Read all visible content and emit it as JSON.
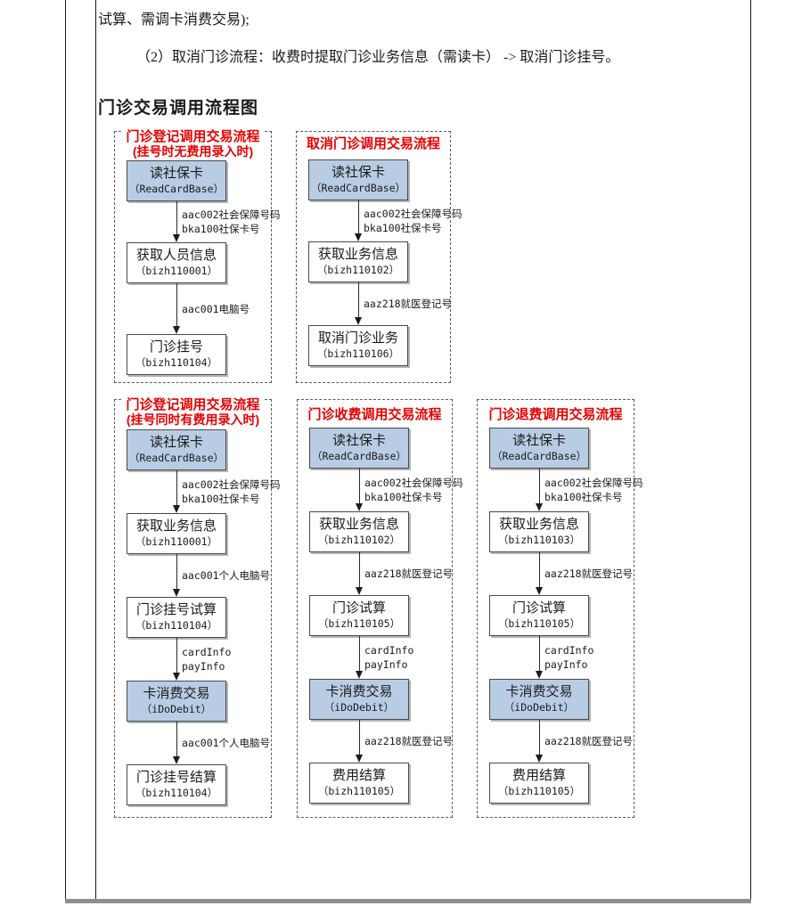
{
  "document": {
    "para_continuation": "试算、需调卡消费交易);",
    "para_item2": "（2）取消门诊流程：收费时提取门诊业务信息（需读卡） -> 取消门诊挂号。",
    "section_heading": "门诊交易调用流程图"
  },
  "colors": {
    "flow_title_red": "#e60000",
    "node_highlight_blue": "#b8cce4"
  },
  "flowcharts": [
    {
      "title": "门诊登记调用交易流程",
      "subtitle": "(挂号时无费用录入时)",
      "nodes": [
        {
          "label": "读社保卡",
          "code": "（ReadCardBase）",
          "highlight": true
        },
        {
          "label": "获取人员信息",
          "code": "（bizh110001）",
          "highlight": false
        },
        {
          "label": "门诊挂号",
          "code": "（bizh110104）",
          "highlight": false
        }
      ],
      "arrows": [
        {
          "line1": "aac002社会保障号码",
          "line2": "bka100社保卡号"
        },
        {
          "line1": "aac001电脑号"
        }
      ]
    },
    {
      "title": "取消门诊调用交易流程",
      "nodes": [
        {
          "label": "读社保卡",
          "code": "（ReadCardBase）",
          "highlight": true
        },
        {
          "label": "获取业务信息",
          "code": "（bizh110102）",
          "highlight": false
        },
        {
          "label": "取消门诊业务",
          "code": "（bizh110106）",
          "highlight": false
        }
      ],
      "arrows": [
        {
          "line1": "aac002社会保障号码",
          "line2": "bka100社保卡号"
        },
        {
          "line1": "aaz218就医登记号"
        }
      ]
    },
    {
      "title": "门诊登记调用交易流程",
      "subtitle": "(挂号同时有费用录入时)",
      "nodes": [
        {
          "label": "读社保卡",
          "code": "（ReadCardBase）",
          "highlight": true
        },
        {
          "label": "获取业务信息",
          "code": "（bizh110001）",
          "highlight": false
        },
        {
          "label": "门诊挂号试算",
          "code": "（bizh110104）",
          "highlight": false
        },
        {
          "label": "卡消费交易",
          "code": "（iDoDebit）",
          "highlight": true
        },
        {
          "label": "门诊挂号结算",
          "code": "（bizh110104）",
          "highlight": false
        }
      ],
      "arrows": [
        {
          "line1": "aac002社会保障号码",
          "line2": "bka100社保卡号"
        },
        {
          "line1": "aac001个人电脑号"
        },
        {
          "line1": "cardInfo",
          "line2": "payInfo"
        },
        {
          "line1": "aac001个人电脑号"
        }
      ]
    },
    {
      "title": "门诊收费调用交易流程",
      "nodes": [
        {
          "label": "读社保卡",
          "code": "（ReadCardBase）",
          "highlight": true
        },
        {
          "label": "获取业务信息",
          "code": "（bizh110102）",
          "highlight": false
        },
        {
          "label": "门诊试算",
          "code": "（bizh110105）",
          "highlight": false
        },
        {
          "label": "卡消费交易",
          "code": "（iDoDebit）",
          "highlight": true
        },
        {
          "label": "费用结算",
          "code": "（bizh110105）",
          "highlight": false
        }
      ],
      "arrows": [
        {
          "line1": "aac002社会保障号码",
          "line2": "bka100社保卡号"
        },
        {
          "line1": "aaz218就医登记号"
        },
        {
          "line1": "cardInfo",
          "line2": "payInfo"
        },
        {
          "line1": "aaz218就医登记号"
        }
      ]
    },
    {
      "title": "门诊退费调用交易流程",
      "nodes": [
        {
          "label": "读社保卡",
          "code": "（ReadCardBase）",
          "highlight": true
        },
        {
          "label": "获取业务信息",
          "code": "（bizh110103）",
          "highlight": false
        },
        {
          "label": "门诊试算",
          "code": "（bizh110105）",
          "highlight": false
        },
        {
          "label": "卡消费交易",
          "code": "（iDoDebit）",
          "highlight": true
        },
        {
          "label": "费用结算",
          "code": "（bizh110105）",
          "highlight": false
        }
      ],
      "arrows": [
        {
          "line1": "aac002社会保障号码",
          "line2": "bka100社保卡号"
        },
        {
          "line1": "aaz218就医登记号"
        },
        {
          "line1": "cardInfo",
          "line2": "payInfo"
        },
        {
          "line1": "aaz218就医登记号"
        }
      ]
    }
  ]
}
